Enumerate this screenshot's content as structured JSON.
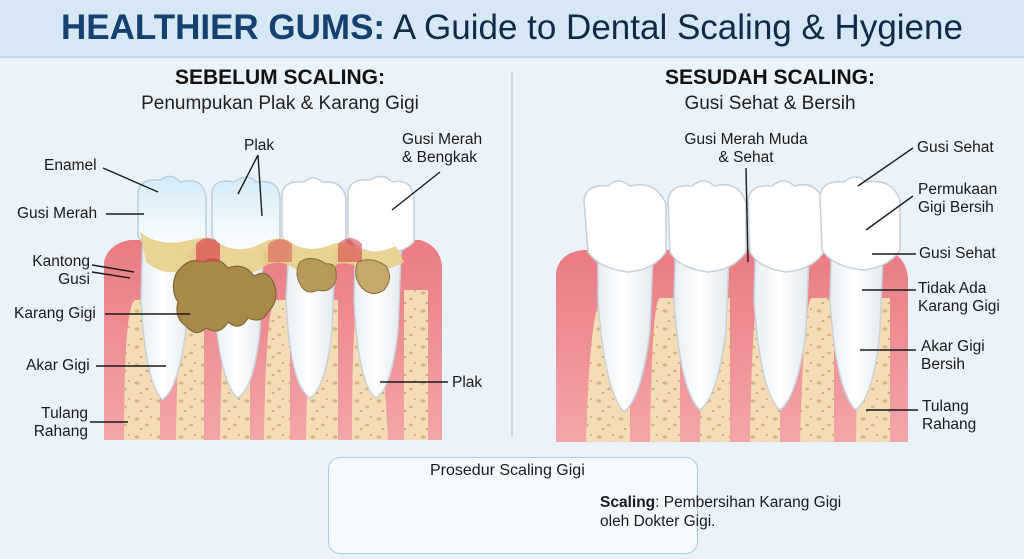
{
  "title": {
    "bold": "HEALTHIER GUMS:",
    "rest": " A Guide to Dental Scaling & Hygiene"
  },
  "before": {
    "title": "SEBELUM SCALING:",
    "subtitle": "Penumpukan Plak & Karang Gigi",
    "labels": {
      "enamel": "Enamel",
      "gusi_merah": "Gusi Merah",
      "kantong_1": "Kantong",
      "kantong_2": "Gusi",
      "karang_gigi": "Karang Gigi",
      "akar_gigi": "Akar Gigi",
      "tulang_1": "Tulang",
      "tulang_2": "Rahang",
      "plak_top": "Plak",
      "bengkak_1": "Gusi Merah",
      "bengkak_2": "& Bengkak",
      "plak_bottom": "Plak"
    }
  },
  "after": {
    "title": "SESUDAH SCALING:",
    "subtitle": "Gusi Sehat & Bersih",
    "labels": {
      "merah_muda_1": "Gusi Merah Muda",
      "merah_muda_2": "& Sehat",
      "gusi_sehat_1": "Gusi Sehat",
      "permukaan_1": "Permukaan",
      "permukaan_2": "Gigi Bersih",
      "gusi_sehat_2": "Gusi Sehat",
      "tidak_ada_1": "Tidak Ada",
      "tidak_ada_2": "Karang Gigi",
      "akar_bersih_1": "Akar Gigi",
      "akar_bersih_2": "Bersih",
      "tulang_1": "Tulang",
      "tulang_2": "Rahang"
    }
  },
  "procedure": {
    "title": "Prosedur Scaling Gigi",
    "term": "Scaling",
    "desc": ": Pembersihan Karang Gigi",
    "desc2": "oleh Dokter Gigi."
  },
  "colors": {
    "gum": "#e56f78",
    "gum_light": "#f3a5aa",
    "bone": "#f4dcb4",
    "bone_dot": "#d9b383",
    "tooth": "#ffffff",
    "enamel_tint": "#dbeef8",
    "tartar": "#a78a4a",
    "plaque": "#e6d08c",
    "accent_title": "#16406f"
  }
}
